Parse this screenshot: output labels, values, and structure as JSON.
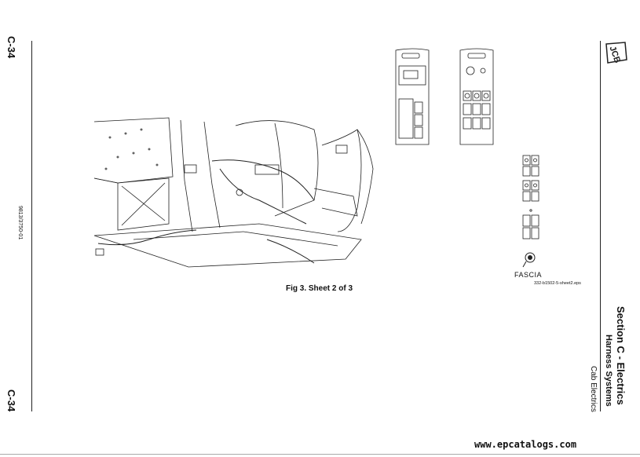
{
  "page": {
    "page_number_top": "C-34",
    "page_number_bottom": "C-34",
    "document_number": "9813/3750-01"
  },
  "section": {
    "title": "Section C - Electrics",
    "subtitle": "Harness Systems",
    "subsection": "Cab Electrics"
  },
  "figure": {
    "caption": "Fig 3. Sheet 2 of 3",
    "file_label": "332-b1502-5-sheet2.eps",
    "fascia_label": "FASCIA"
  },
  "brand": {
    "logo_text": "JCB"
  },
  "footer": {
    "website": "www.epcatalogs.com"
  },
  "colors": {
    "line": "#222222",
    "paper": "#ffffff"
  }
}
